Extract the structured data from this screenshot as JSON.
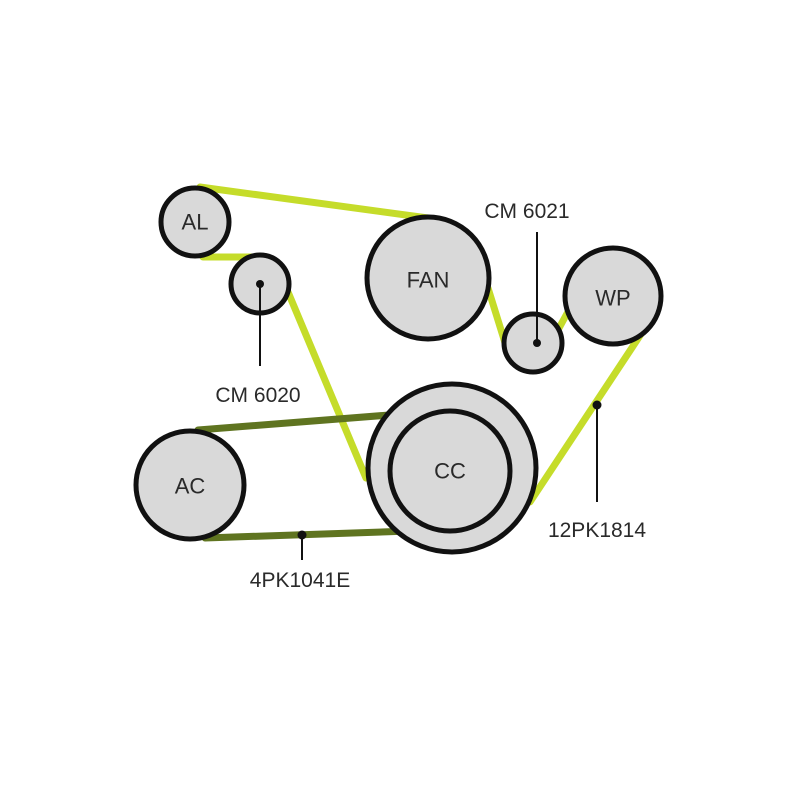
{
  "colors": {
    "main_belt": "#c5dc2a",
    "ac_belt": "#5f7420",
    "pulley_fill": "#d9d9d9",
    "outline": "#111111"
  },
  "pulleys": {
    "al": "AL",
    "fan": "FAN",
    "wp": "WP",
    "cc": "CC",
    "ac": "AC"
  },
  "labels": {
    "idler_upper_right": "CM 6021",
    "idler_upper_left": "CM 6020",
    "main_belt": "12PK1814",
    "ac_belt": "4PK1041E"
  }
}
